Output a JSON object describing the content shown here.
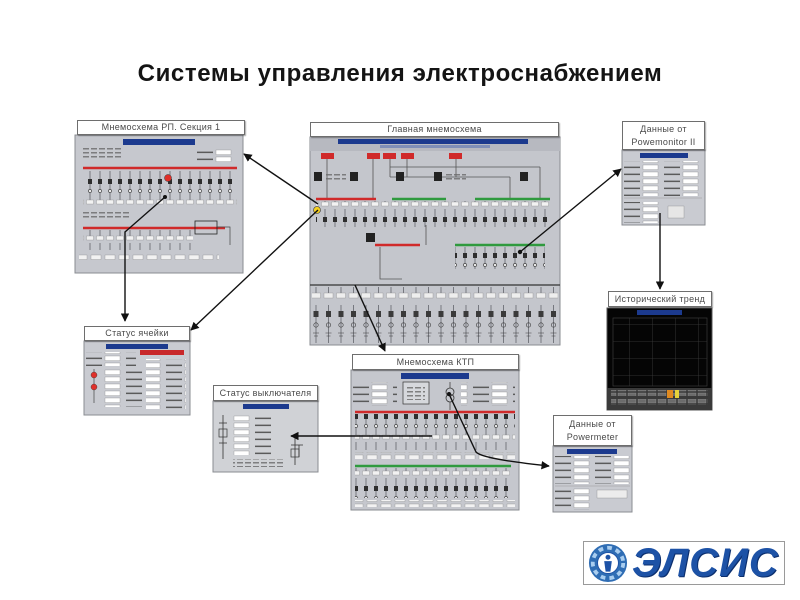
{
  "title": "Системы управления электроснабжением",
  "panels": {
    "rp_section": "Мнемосхема РП. Секция 1",
    "main": "Главная мнемосхема",
    "powermonitor": [
      "Данные от",
      "Powemonitor II"
    ],
    "trend": "Исторический тренд",
    "cell_status": "Статус ячейки",
    "ktp": "Мнемосхема КТП",
    "breaker_status": "Статус выключателя",
    "powermeter": [
      "Данные от",
      "Powermeter"
    ]
  },
  "logo": {
    "text": "ЭЛСИС"
  },
  "colors": {
    "logo_blue": "#1d52a6",
    "screen_header_blue": "#1c3a8e",
    "bus_red": "#d02a2a",
    "bus_green": "#2f9a3e",
    "screen_gray": "#c6c8ce",
    "trend_background": "#050505"
  }
}
